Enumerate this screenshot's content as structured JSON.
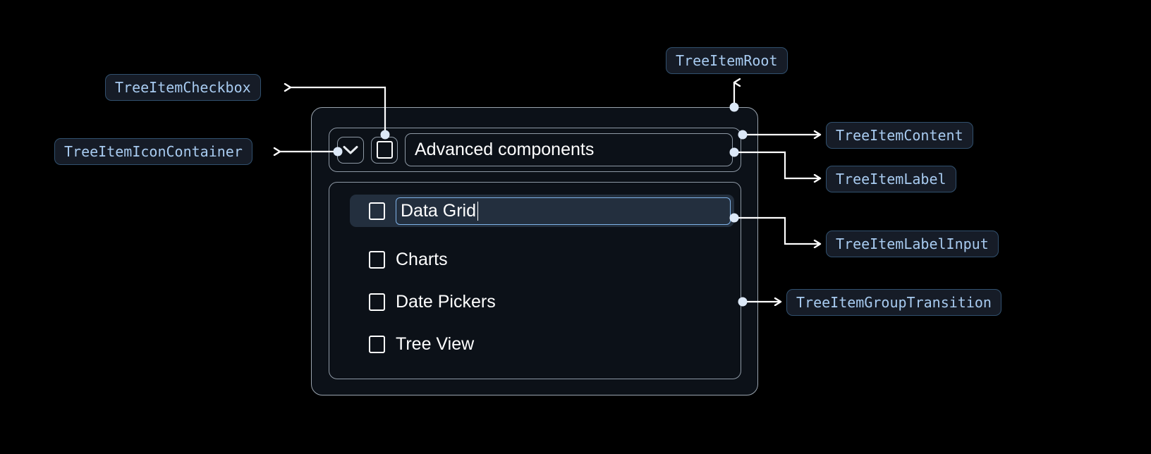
{
  "diagram": {
    "title": "TreeItem anatomy diagram",
    "background_color": "#000000",
    "label_text_color": "#a8cbf0",
    "label_bg_color": "#161c27",
    "label_border_color": "#31506e",
    "connector_color": "#ffffff",
    "selected_row_color": "#232f3e",
    "input_border_color": "#7fb2e8"
  },
  "annotations": [
    {
      "id": "tree-item-root",
      "text": "TreeItemRoot"
    },
    {
      "id": "tree-item-checkbox",
      "text": "TreeItemCheckbox"
    },
    {
      "id": "tree-item-icon-container",
      "text": "TreeItemIconContainer"
    },
    {
      "id": "tree-item-content",
      "text": "TreeItemContent"
    },
    {
      "id": "tree-item-label",
      "text": "TreeItemLabel"
    },
    {
      "id": "tree-item-label-input",
      "text": "TreeItemLabelInput"
    },
    {
      "id": "tree-item-group-transition",
      "text": "TreeItemGroupTransition"
    }
  ],
  "widget": {
    "expand_icon": "chevron-down-icon",
    "checkbox_state": "unchecked",
    "header_label": "Advanced components",
    "items": [
      {
        "label": "Data Grid",
        "checked": false,
        "selected": true,
        "editing": true
      },
      {
        "label": "Charts",
        "checked": false,
        "selected": false,
        "editing": false
      },
      {
        "label": "Date Pickers",
        "checked": false,
        "selected": false,
        "editing": false
      },
      {
        "label": "Tree View",
        "checked": false,
        "selected": false,
        "editing": false
      }
    ]
  }
}
